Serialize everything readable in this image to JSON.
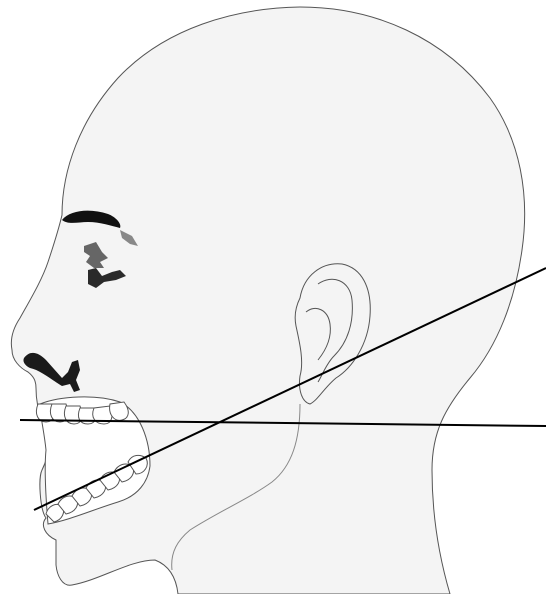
{
  "diagram": {
    "subject": "head-profile-facing-left",
    "reference_lines": [
      "occlusal-plane-upper",
      "occlusal-plane-lower"
    ]
  },
  "colors": {
    "background": "#ffffff",
    "skin_fill": "#f4f4f4",
    "outline": "#555555",
    "reference_line": "#000000",
    "teeth_fill": "#ffffff",
    "eyebrow": "#111111",
    "eye": "#2a2a2a",
    "eye_shadow": "#888888",
    "nostril": "#1a1a1a"
  }
}
